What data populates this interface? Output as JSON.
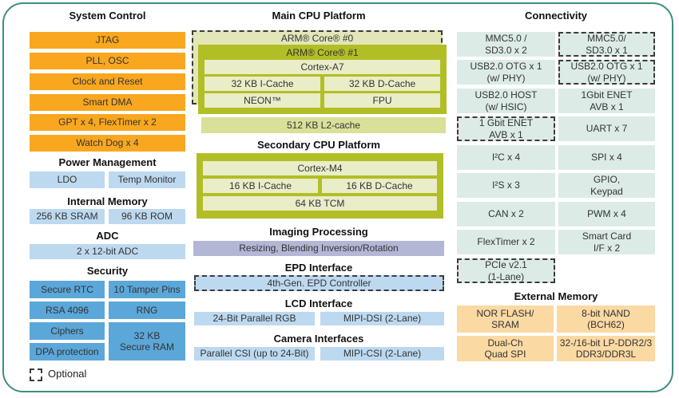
{
  "diagram": {
    "legend": {
      "optional": "Optional"
    },
    "colors": {
      "frame": "#3F8E7F",
      "system_control_orange": "#F9A71F",
      "light_blue": "#BDD9F0",
      "security_blue": "#5BA7D9",
      "connectivity_mint": "#DCEBE6",
      "external_memory_orange": "#FBD9A3",
      "imaging_purple": "#B4B6D6",
      "cpu_green": "#B2BE25",
      "cpu_row_light_green": "#E9EDC8",
      "l2_olive": "#D9E098",
      "optional_core_pale_olive": "#E2E6B9"
    },
    "system_control": {
      "title": "System Control",
      "items": [
        "JTAG",
        "PLL, OSC",
        "Clock and Reset",
        "Smart DMA",
        "GPT x 4, FlexTimer x 2",
        "Watch Dog x 4"
      ]
    },
    "power_management": {
      "title": "Power Management",
      "items": [
        "LDO",
        "Temp Monitor"
      ]
    },
    "internal_memory": {
      "title": "Internal Memory",
      "items": [
        "256 KB SRAM",
        "96 KB ROM"
      ]
    },
    "adc": {
      "title": "ADC",
      "items": [
        "2 x 12-bit ADC"
      ]
    },
    "security": {
      "title": "Security",
      "items": [
        "Secure RTC",
        "10 Tamper Pins",
        "RSA 4096",
        "RNG",
        "Ciphers",
        "32 KB\nSecure RAM",
        "DPA protection"
      ]
    },
    "main_cpu": {
      "title": "Main CPU Platform",
      "core0": "ARM® Core® #0",
      "core1": "ARM® Core® #1",
      "cortex": "Cortex-A7",
      "icache": "32 KB I-Cache",
      "dcache": "32 KB D-Cache",
      "neon": "NEON™",
      "fpu": "FPU",
      "l2": "512 KB L2-cache"
    },
    "secondary_cpu": {
      "title": "Secondary CPU Platform",
      "cortex": "Cortex-M4",
      "icache": "16 KB I-Cache",
      "dcache": "16 KB D-Cache",
      "tcm": "64 KB TCM"
    },
    "imaging": {
      "title": "Imaging Processing",
      "item": "Resizing, Blending Inversion/Rotation"
    },
    "epd": {
      "title": "EPD Interface",
      "item": "4th-Gen. EPD Controller"
    },
    "lcd": {
      "title": "LCD Interface",
      "items": [
        "24-Bit Parallel RGB",
        "MIPI-DSI (2-Lane)"
      ]
    },
    "camera": {
      "title": "Camera Interfaces",
      "items": [
        "Parallel CSI (up to 24-Bit)",
        "MIPI-CSI (2-Lane)"
      ]
    },
    "connectivity": {
      "title": "Connectivity",
      "cells": [
        {
          "label": "MMC5.0 /\nSD3.0 x 2",
          "optional": false
        },
        {
          "label": "MMC5.0/\nSD3.0 x 1",
          "optional": true
        },
        {
          "label": "USB2.0 OTG x 1\n(w/ PHY)",
          "optional": false
        },
        {
          "label": "USB2.0 OTG x 1\n(w/ PHY)",
          "optional": true
        },
        {
          "label": "USB2.0 HOST\n(w/ HSIC)",
          "optional": false
        },
        {
          "label": "1Gbit ENET\nAVB x 1",
          "optional": false
        },
        {
          "label": "1 Gbit ENET\nAVB x 1",
          "optional": true
        },
        {
          "label": "UART x 7",
          "optional": false
        },
        {
          "label": "I²C x 4",
          "optional": false
        },
        {
          "label": "SPI x 4",
          "optional": false
        },
        {
          "label": "I²S x 3",
          "optional": false
        },
        {
          "label": "GPIO,\nKeypad",
          "optional": false
        },
        {
          "label": "CAN x 2",
          "optional": false
        },
        {
          "label": "PWM x 4",
          "optional": false
        },
        {
          "label": "FlexTimer x 2",
          "optional": false
        },
        {
          "label": "Smart Card\nI/F x 2",
          "optional": false
        },
        {
          "label": "PCIe v2.1\n(1-Lane)",
          "optional": true
        }
      ]
    },
    "external_memory": {
      "title": "External Memory",
      "items": [
        "NOR FLASH/\nSRAM",
        "8-bit NAND\n(BCH62)",
        "Dual-Ch\nQuad SPI",
        "32-/16-bit LP-DDR2/3\nDDR3/DDR3L"
      ]
    }
  }
}
